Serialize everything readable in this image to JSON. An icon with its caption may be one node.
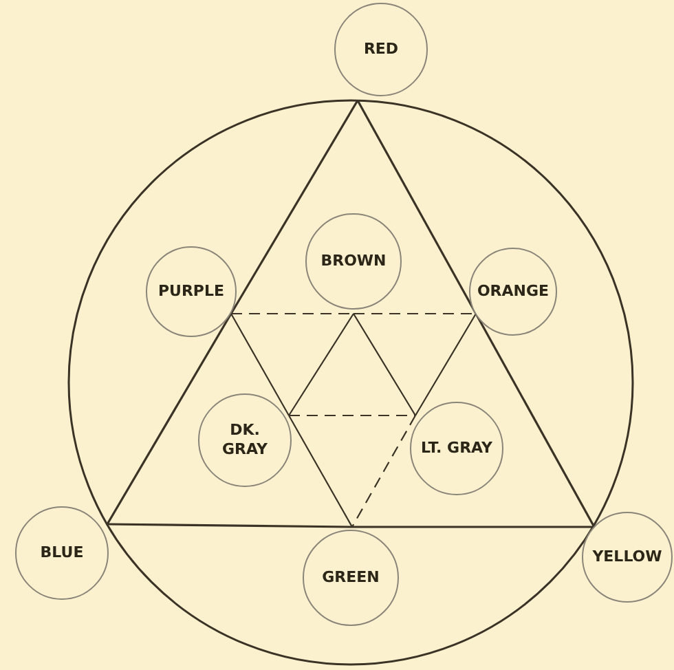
{
  "diagram": {
    "nodes": [
      {
        "text": [
          "RED"
        ]
      },
      {
        "text": [
          "PURPLE"
        ]
      },
      {
        "text": [
          "BROWN"
        ]
      },
      {
        "text": [
          "ORANGE"
        ]
      },
      {
        "text": [
          "DK. GRAY"
        ]
      },
      {
        "text": [
          "LT. GRAY"
        ]
      },
      {
        "text": [
          "BLUE"
        ]
      },
      {
        "text": [
          "GREEN"
        ]
      },
      {
        "text": [
          "YELLOW"
        ]
      }
    ],
    "edges": [
      {
        "from": 0,
        "to": 1,
        "arrow": "none"
      },
      {
        "from": 1,
        "to": 6,
        "arrow": "none"
      },
      {
        "from": 6,
        "to": 7,
        "arrow": "none"
      },
      {
        "from": 7,
        "to": 8,
        "arrow": "none"
      },
      {
        "from": 8,
        "to": 3,
        "arrow": "none"
      },
      {
        "from": 3,
        "to": 0,
        "arrow": "none"
      },
      {
        "from": 1,
        "to": 2,
        "arrow": "none",
        "style": "dashed"
      },
      {
        "from": 2,
        "to": 3,
        "arrow": "none",
        "style": "dashed"
      },
      {
        "from": 1,
        "to": 4,
        "arrow": "none"
      },
      {
        "from": 4,
        "to": 7,
        "arrow": "none"
      },
      {
        "from": 3,
        "to": 5,
        "arrow": "none"
      },
      {
        "from": 5,
        "to": 7,
        "arrow": "none",
        "style": "dashed"
      },
      {
        "from": 2,
        "to": 4,
        "arrow": "none"
      },
      {
        "from": 2,
        "to": 5,
        "arrow": "none"
      },
      {
        "from": 4,
        "to": 5,
        "arrow": "none",
        "style": "dashed"
      }
    ]
  }
}
